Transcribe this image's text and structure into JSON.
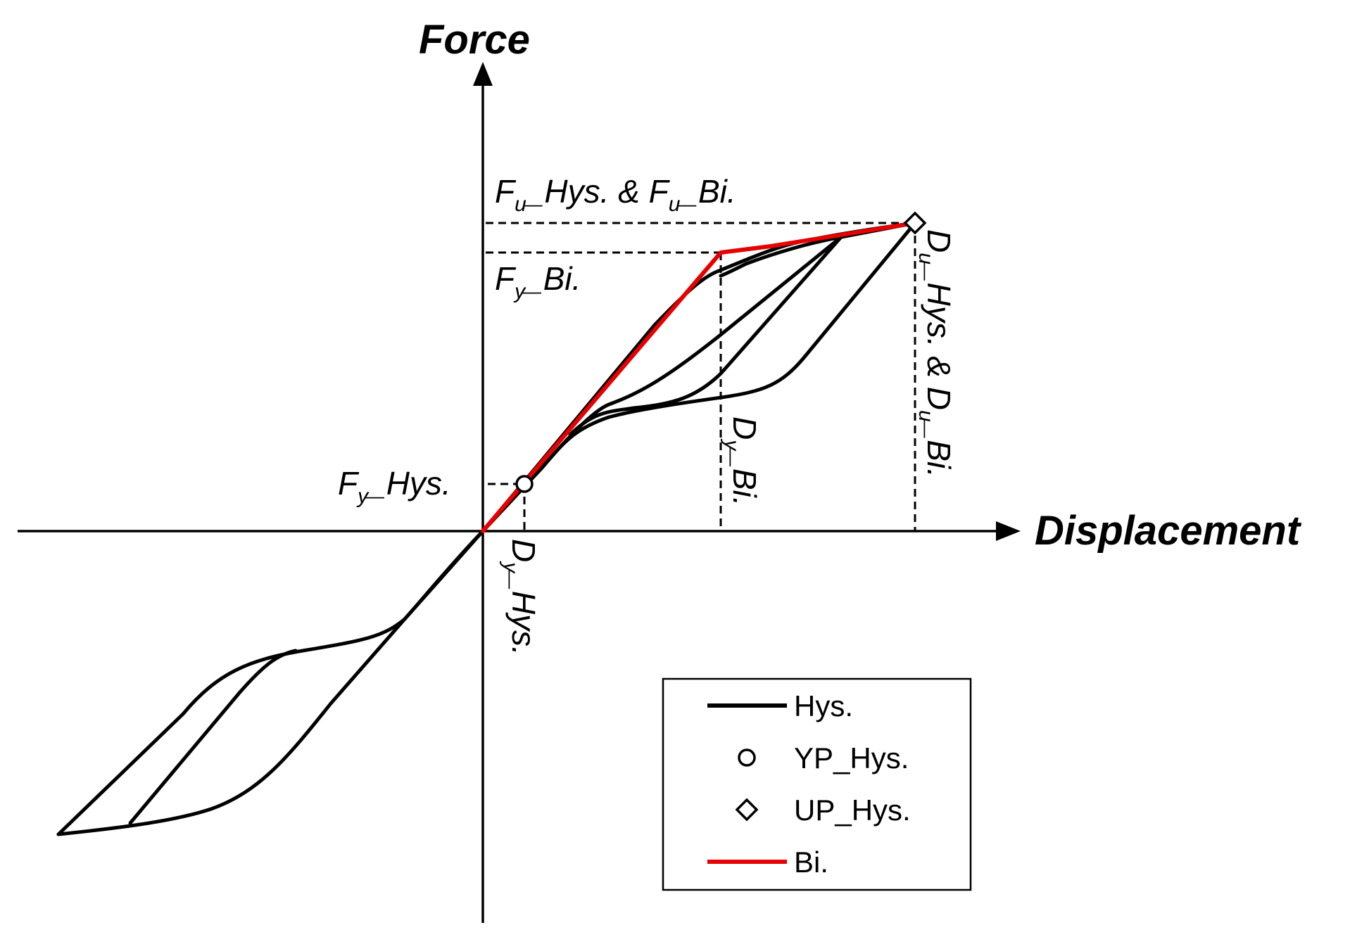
{
  "axes": {
    "y_title": "Force",
    "x_title": "Displacement"
  },
  "annotations": {
    "fu": {
      "f": "F",
      "sub1": "u",
      "mid": "_Hys. & ",
      "f2": "F",
      "sub2": "u",
      "end": "_Bi."
    },
    "fy_bi": {
      "f": "F",
      "sub": "y",
      "end": "_Bi."
    },
    "fy_hys": {
      "f": "F",
      "sub": "y",
      "end": "_Hys."
    },
    "dy_hys": {
      "d": "D",
      "sub": "y",
      "end": "_Hys."
    },
    "dy_bi": {
      "d": "D",
      "sub": "y",
      "end": "_Bi."
    },
    "du": {
      "d": "D",
      "sub1": "u",
      "mid": "_Hys. & ",
      "d2": "D",
      "sub2": "u",
      "end": "_Bi."
    }
  },
  "legend": {
    "items": [
      {
        "label": "Hys.",
        "symbol": "line",
        "color": "#000000"
      },
      {
        "label": "YP_Hys.",
        "symbol": "circle",
        "color": "#000000"
      },
      {
        "label": "UP_Hys.",
        "symbol": "diamond",
        "color": "#000000"
      },
      {
        "label": "Bi.",
        "symbol": "line",
        "color": "#e60000"
      }
    ]
  },
  "colors": {
    "hysteresis": "#000000",
    "bilinear": "#e60000"
  }
}
